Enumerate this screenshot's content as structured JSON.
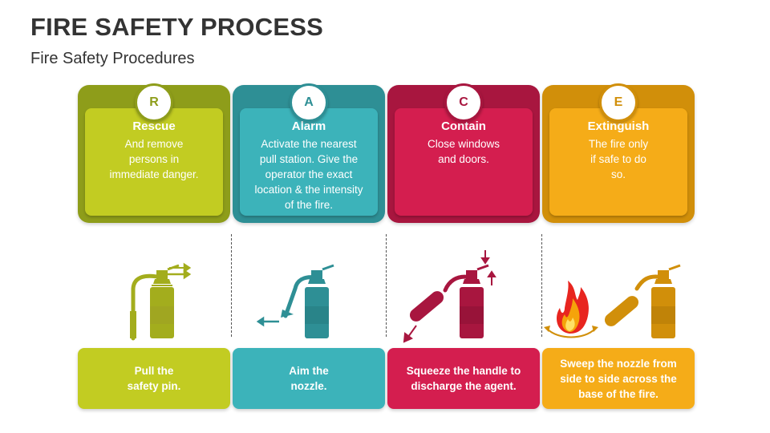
{
  "header": {
    "title": "FIRE SAFETY PROCESS",
    "subtitle": "Fire Safety Procedures"
  },
  "steps": [
    {
      "letter": "R",
      "heading": "Rescue",
      "description": "And remove\npersons in\nimmediate danger.",
      "action": "Pull the\nsafety pin.",
      "icon": "extinguisher-pull-pin-icon",
      "outer_color": "#8e9d1a",
      "inner_color": "#c2cc22",
      "icon_color": "#a3ad1d"
    },
    {
      "letter": "A",
      "heading": "Alarm",
      "description": "Activate the nearest\npull station. Give the\noperator the exact\nlocation & the intensity\nof the fire.",
      "action": "Aim the\nnozzle.",
      "icon": "extinguisher-aim-nozzle-icon",
      "outer_color": "#2e8f95",
      "inner_color": "#3cb3ba",
      "icon_color": "#2e8f95"
    },
    {
      "letter": "C",
      "heading": "Contain",
      "description": "Close windows\nand doors.",
      "action": "Squeeze the handle to\ndischarge the agent.",
      "icon": "extinguisher-squeeze-handle-icon",
      "outer_color": "#a8163f",
      "inner_color": "#d41e4f",
      "icon_color": "#a8163f"
    },
    {
      "letter": "E",
      "heading": "Extinguish",
      "description": "The fire only\nif safe to do\nso.",
      "action": "Sweep the nozzle from\nside to side across the\nbase of the fire.",
      "icon": "extinguisher-sweep-fire-icon",
      "outer_color": "#d18f0a",
      "inner_color": "#f5ac18",
      "icon_color": "#d18f0a"
    }
  ]
}
